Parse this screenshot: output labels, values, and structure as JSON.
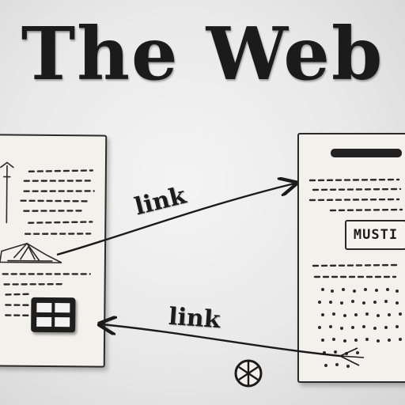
{
  "title": "The Web",
  "links": {
    "forward_label": "link",
    "back_label": "link"
  },
  "pages": {
    "left": {
      "image": "mountain-tent-sketch",
      "icon": "window-icon"
    },
    "right": {
      "button_text": "MUSTI",
      "icon": "header-bar"
    }
  },
  "icons": [
    "window-icon",
    "globe-icon",
    "arrow-icon"
  ],
  "colors": {
    "ink": "#1b1b1b",
    "paper": "#f3f1ec",
    "background": "#e9e9e9"
  }
}
